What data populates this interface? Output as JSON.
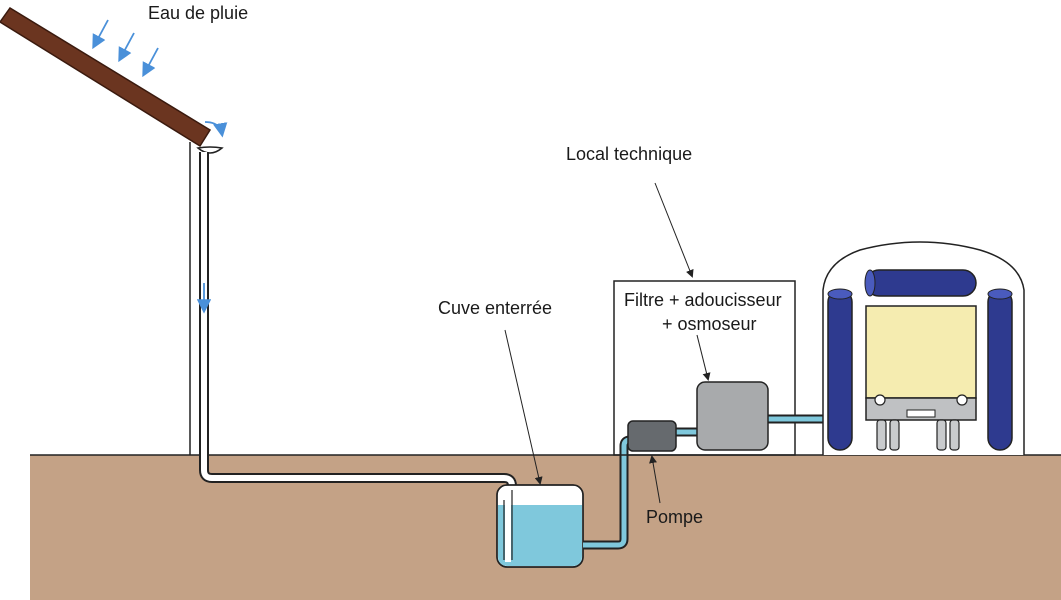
{
  "labels": {
    "rain": "Eau de pluie",
    "tank": "Cuve enterrée",
    "technical_room": "Local technique",
    "treatment_line1": "Filtre + adoucisseur",
    "treatment_line2": "+ osmoseur",
    "pump": "Pompe"
  },
  "colors": {
    "ground": "#c4a286",
    "roof": "#6b3520",
    "water": "#7fc8dc",
    "rain_arrows": "#4a90d9",
    "pump": "#666a6e",
    "treatment_unit": "#a8aaac",
    "brush_roller": "#2e3a8f",
    "vehicle_body": "#f5ecb0",
    "pipe_outline": "#222222"
  }
}
